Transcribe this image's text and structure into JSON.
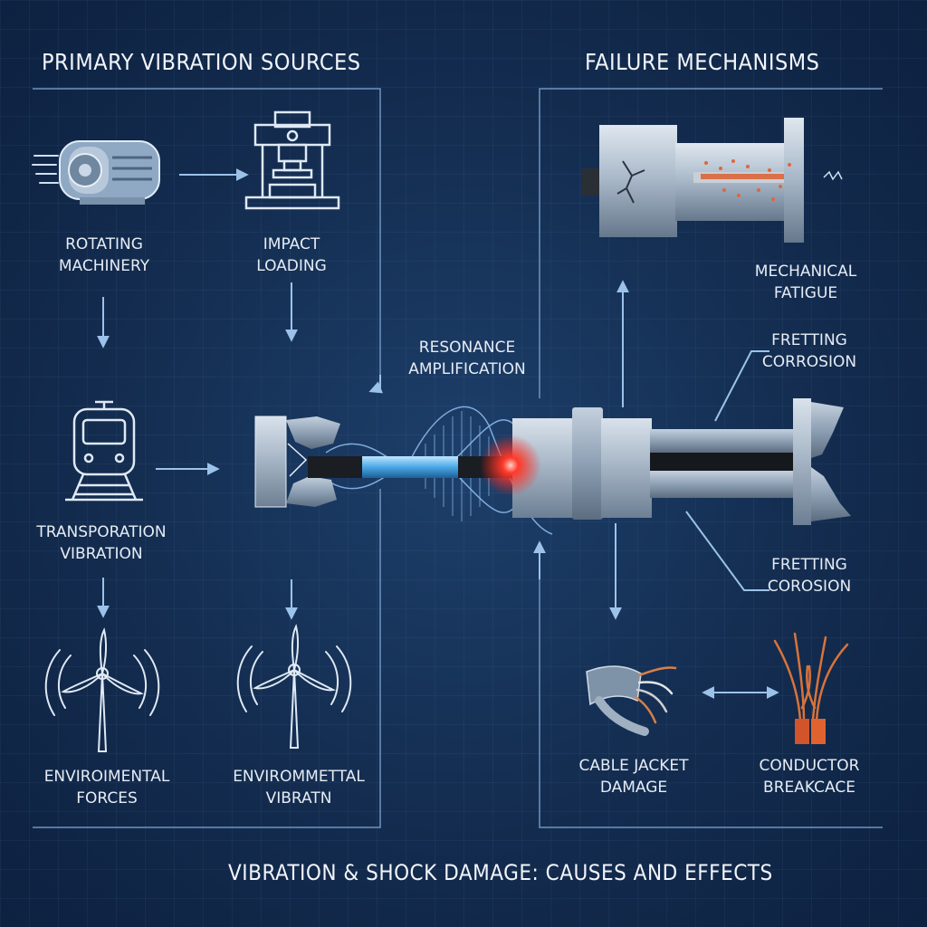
{
  "headings": {
    "left": "PRIMARY VIBRATION SOURCES",
    "right": "FAILURE MECHANISMS",
    "bottom": "VIBRATION & SHOCK DAMAGE: CAUSES AND EFFECTS"
  },
  "sources": {
    "rotating": [
      "ROTATING",
      "MACHINERY"
    ],
    "impact": [
      "IMPACT",
      "LOADING"
    ],
    "transport": [
      "TRANSPORATION",
      "VIBRATION"
    ],
    "env1": [
      "ENVIROIMENTAL",
      "FORCES"
    ],
    "env2": [
      "ENVIROMMETTAL",
      "VIBRATN"
    ]
  },
  "center": {
    "resonance": [
      "RESONANCE",
      "AMPLIFICATION"
    ]
  },
  "failures": {
    "fatigue": [
      "MECHANICAL",
      "FATIGUE"
    ],
    "fretting1": [
      "FRETTING",
      "CORROSION"
    ],
    "fretting2": [
      "FRETTING",
      "COROSION"
    ],
    "jacket": [
      "CABLE JACKET",
      "DAMAGE"
    ],
    "conductor": [
      "CONDUCTOR",
      "BREAKCACE"
    ]
  },
  "colors": {
    "background": "#132c4f",
    "line": "#8fb6e0",
    "highlight": "#ff3a2a",
    "copper": "#d9733a"
  }
}
